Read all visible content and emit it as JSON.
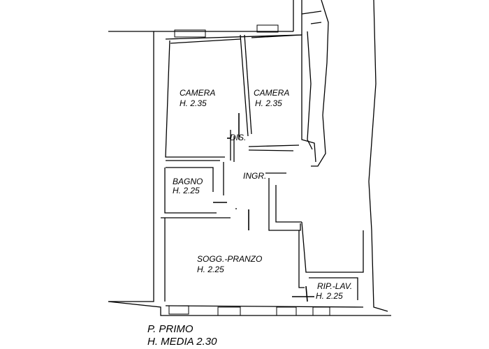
{
  "rooms": [
    {
      "name": "CAMERA",
      "height": "H. 2.35"
    },
    {
      "name": "CAMERA",
      "height": "H. 2.35"
    },
    {
      "name": "DIS."
    },
    {
      "name": "BAGNO",
      "height": "H. 2.25"
    },
    {
      "name": "INGR."
    },
    {
      "name": "SOGG.-PRANZO",
      "height": "H. 2.25"
    },
    {
      "name": "RIP.-LAV.",
      "height": "H. 2.25"
    }
  ],
  "title": {
    "floor": "P. PRIMO",
    "average_height": "H. MEDIA 2.30"
  }
}
